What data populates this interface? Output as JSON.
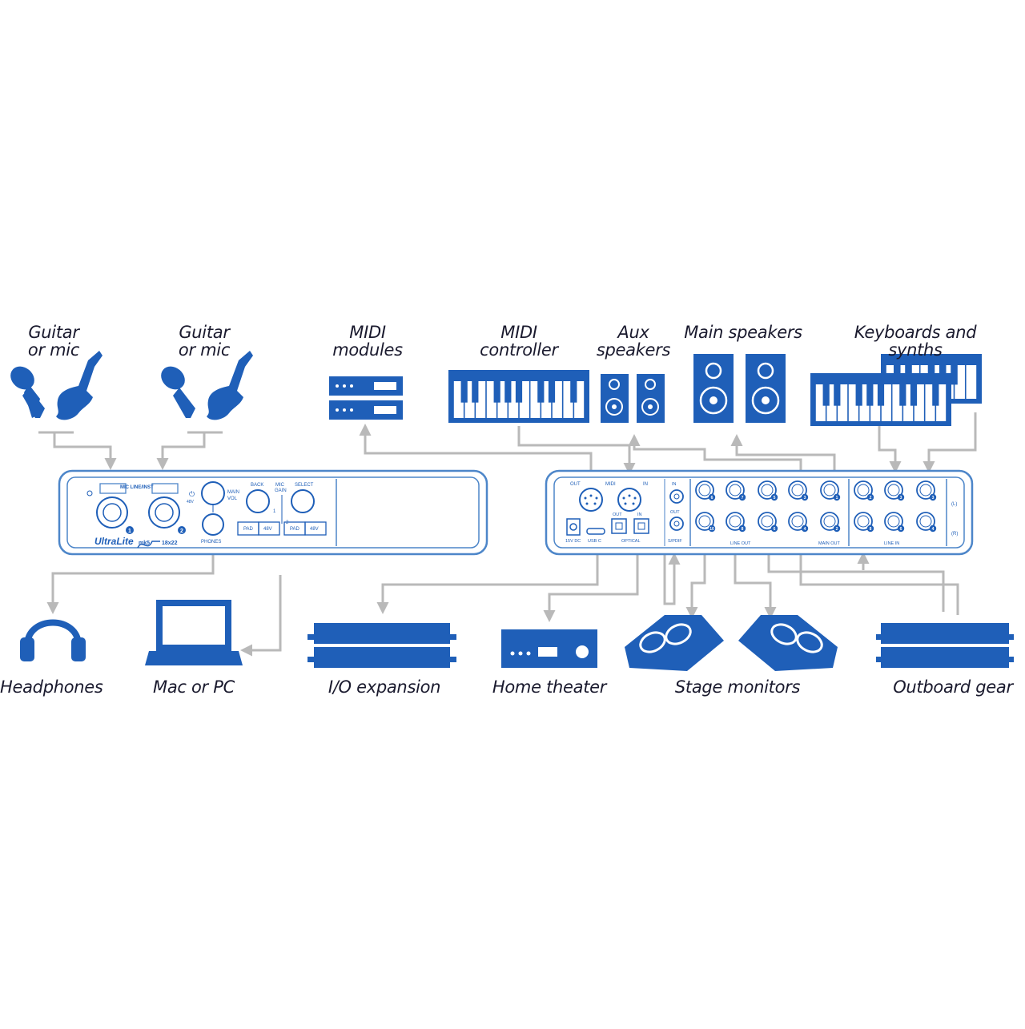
{
  "colors": {
    "device_blue": "#1f5fb8",
    "panel_outline": "#4d86c9",
    "cable_gray": "#b9b9b9",
    "label_text": "#1a1a2e"
  },
  "labels": {
    "guitar_mic_1": "Guitar\nor mic",
    "guitar_mic_2": "Guitar\nor mic",
    "midi_modules": "MIDI\nmodules",
    "midi_controller": "MIDI\ncontroller",
    "aux_speakers": "Aux\nspeakers",
    "main_speakers": "Main speakers",
    "keyboards": "Keyboards and synths",
    "headphones": "Headphones",
    "mac_pc": "Mac or PC",
    "io_expansion": "I/O expansion",
    "home_theater": "Home theater",
    "stage_monitors": "Stage monitors",
    "outboard_gear": "Outboard gear"
  },
  "front_panel": {
    "input_header": "MIC LINE/INST",
    "input1_num": "1",
    "input2_num": "2",
    "phantom_label": "48V",
    "main_vol": "MAIN\nVOL",
    "phones": "PHONES",
    "back": "BACK",
    "mic_gain": "MIC\nGAIN",
    "select": "SELECT",
    "ch1": "1",
    "ch2": "2",
    "pad1": "PAD",
    "v48_1": "48V",
    "pad2": "PAD",
    "v48_2": "48V",
    "logo": "UltraLite",
    "logo_model": "mk5",
    "logo_io": "18x22"
  },
  "rear_panel": {
    "midi_out": "OUT",
    "midi": "MIDI",
    "midi_in": "IN",
    "dc": "15V DC",
    "usb": "USB C",
    "opt_out": "OUT",
    "opt_in": "IN",
    "optical": "OPTICAL",
    "spdif_in": "IN",
    "spdif_out": "OUT",
    "spdif": "S/PDIF",
    "line_out": "LINE OUT",
    "main_out": "MAIN OUT",
    "line_in": "LINE IN",
    "left": "(L)",
    "right": "(R)",
    "out_top": [
      "6",
      "7",
      "5",
      "3",
      "1"
    ],
    "out_bot": [
      "10",
      "8",
      "6",
      "4",
      "2"
    ],
    "in_top": [
      "2",
      "3",
      "3"
    ],
    "in_bot": [
      "8",
      "6",
      "4"
    ]
  }
}
